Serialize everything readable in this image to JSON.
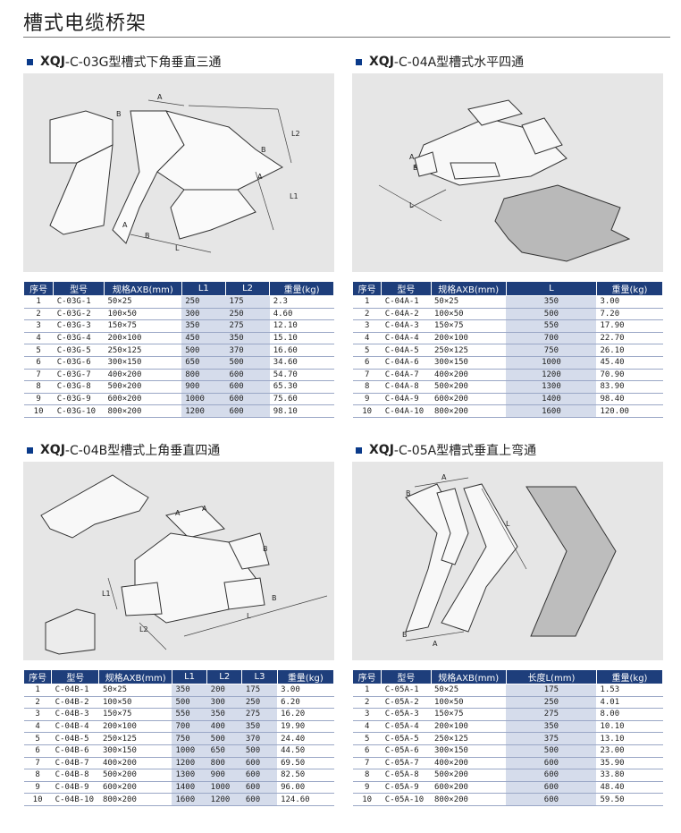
{
  "page_title": "槽式电缆桥架",
  "sections": [
    {
      "prefix": "XQJ",
      "name": "-C-03G型槽式下角垂直三通",
      "headers": [
        "序号",
        "型号",
        "规格AXB(mm)",
        "L1",
        "L2",
        "重量(kg)"
      ],
      "rows": [
        [
          "1",
          "C-03G-1",
          "50×25",
          "250",
          "175",
          "2.3"
        ],
        [
          "2",
          "C-03G-2",
          "100×50",
          "300",
          "250",
          "4.60"
        ],
        [
          "3",
          "C-03G-3",
          "150×75",
          "350",
          "275",
          "12.10"
        ],
        [
          "4",
          "C-03G-4",
          "200×100",
          "450",
          "350",
          "15.10"
        ],
        [
          "5",
          "C-03G-5",
          "250×125",
          "500",
          "370",
          "16.60"
        ],
        [
          "6",
          "C-03G-6",
          "300×150",
          "650",
          "500",
          "34.60"
        ],
        [
          "7",
          "C-03G-7",
          "400×200",
          "800",
          "600",
          "54.70"
        ],
        [
          "8",
          "C-03G-8",
          "500×200",
          "900",
          "600",
          "65.30"
        ],
        [
          "9",
          "C-03G-9",
          "600×200",
          "1000",
          "600",
          "75.60"
        ],
        [
          "10",
          "C-03G-10",
          "800×200",
          "1200",
          "600",
          "98.10"
        ]
      ]
    },
    {
      "prefix": "XQJ",
      "name": "-C-04A型槽式水平四通",
      "headers": [
        "序号",
        "型号",
        "规格AXB(mm)",
        "L",
        "重量(kg)"
      ],
      "rows": [
        [
          "1",
          "C-04A-1",
          "50×25",
          "350",
          "3.00"
        ],
        [
          "2",
          "C-04A-2",
          "100×50",
          "500",
          "7.20"
        ],
        [
          "3",
          "C-04A-3",
          "150×75",
          "550",
          "17.90"
        ],
        [
          "4",
          "C-04A-4",
          "200×100",
          "700",
          "22.70"
        ],
        [
          "5",
          "C-04A-5",
          "250×125",
          "750",
          "26.10"
        ],
        [
          "6",
          "C-04A-6",
          "300×150",
          "1000",
          "45.40"
        ],
        [
          "7",
          "C-04A-7",
          "400×200",
          "1200",
          "70.90"
        ],
        [
          "8",
          "C-04A-8",
          "500×200",
          "1300",
          "83.90"
        ],
        [
          "9",
          "C-04A-9",
          "600×200",
          "1400",
          "98.40"
        ],
        [
          "10",
          "C-04A-10",
          "800×200",
          "1600",
          "120.00"
        ]
      ]
    },
    {
      "prefix": "XQJ",
      "name": "-C-04B型槽式上角垂直四通",
      "headers": [
        "序号",
        "型号",
        "规格AXB(mm)",
        "L1",
        "L2",
        "L3",
        "重量(kg)"
      ],
      "rows": [
        [
          "1",
          "C-04B-1",
          "50×25",
          "350",
          "200",
          "175",
          "3.00"
        ],
        [
          "2",
          "C-04B-2",
          "100×50",
          "500",
          "300",
          "250",
          "6.20"
        ],
        [
          "3",
          "C-04B-3",
          "150×75",
          "550",
          "350",
          "275",
          "16.20"
        ],
        [
          "4",
          "C-04B-4",
          "200×100",
          "700",
          "400",
          "350",
          "19.90"
        ],
        [
          "5",
          "C-04B-5",
          "250×125",
          "750",
          "500",
          "370",
          "24.40"
        ],
        [
          "6",
          "C-04B-6",
          "300×150",
          "1000",
          "650",
          "500",
          "44.50"
        ],
        [
          "7",
          "C-04B-7",
          "400×200",
          "1200",
          "800",
          "600",
          "69.50"
        ],
        [
          "8",
          "C-04B-8",
          "500×200",
          "1300",
          "900",
          "600",
          "82.50"
        ],
        [
          "9",
          "C-04B-9",
          "600×200",
          "1400",
          "1000",
          "600",
          "96.00"
        ],
        [
          "10",
          "C-04B-10",
          "800×200",
          "1600",
          "1200",
          "600",
          "124.60"
        ]
      ]
    },
    {
      "prefix": "XQJ",
      "name": "-C-05A型槽式垂直上弯通",
      "headers": [
        "序号",
        "型号",
        "规格AXB(mm)",
        "长度L(mm)",
        "重量(kg)"
      ],
      "rows": [
        [
          "1",
          "C-05A-1",
          "50×25",
          "175",
          "1.53"
        ],
        [
          "2",
          "C-05A-2",
          "100×50",
          "250",
          "4.01"
        ],
        [
          "3",
          "C-05A-3",
          "150×75",
          "275",
          "8.00"
        ],
        [
          "4",
          "C-05A-4",
          "200×100",
          "350",
          "10.10"
        ],
        [
          "5",
          "C-05A-5",
          "250×125",
          "375",
          "13.10"
        ],
        [
          "6",
          "C-05A-6",
          "300×150",
          "500",
          "23.00"
        ],
        [
          "7",
          "C-05A-7",
          "400×200",
          "600",
          "35.90"
        ],
        [
          "8",
          "C-05A-8",
          "500×200",
          "600",
          "33.80"
        ],
        [
          "9",
          "C-05A-9",
          "600×200",
          "600",
          "48.40"
        ],
        [
          "10",
          "C-05A-10",
          "800×200",
          "600",
          "59.50"
        ]
      ]
    }
  ],
  "diagram_labels": {
    "s1": [
      "A",
      "B",
      "A",
      "B",
      "L",
      "A",
      "B",
      "L2",
      "L1"
    ],
    "s2": [
      "A",
      "B",
      "L"
    ],
    "s3": [
      "A",
      "A",
      "B",
      "B",
      "L1",
      "L2",
      "L"
    ],
    "s4": [
      "A",
      "B",
      "L",
      "A",
      "B"
    ]
  }
}
